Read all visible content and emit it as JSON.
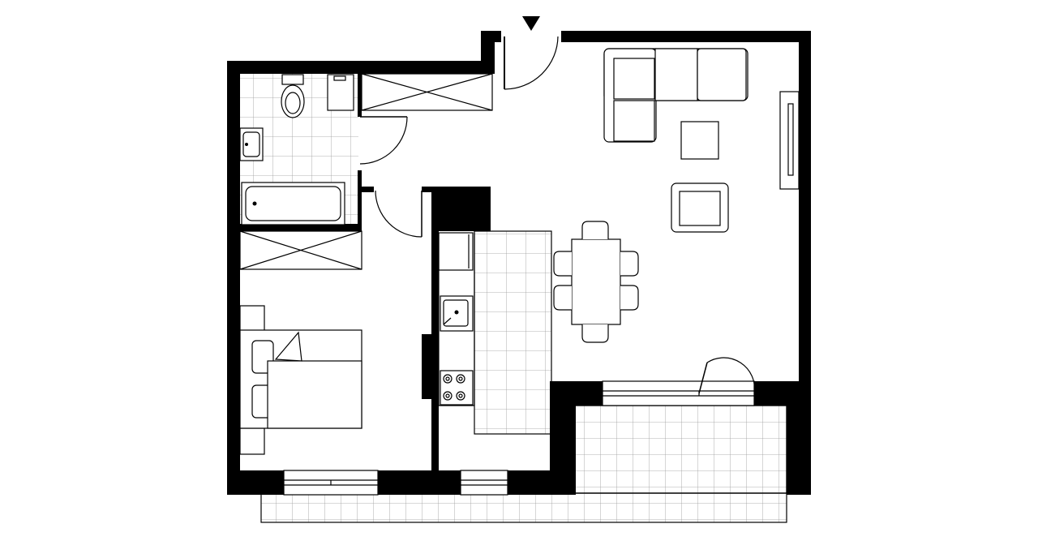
{
  "plan": {
    "kind": "apartment floor plan",
    "rooms": [
      "bathroom",
      "bedroom",
      "wardrobe",
      "entrance-hall",
      "kitchen",
      "living-dining",
      "terrace",
      "balcony"
    ],
    "entrance": "arrow-marker",
    "furniture": [
      "toilet",
      "washing-machine",
      "washbasin",
      "bathtub",
      "double-bed",
      "nightstand",
      "sofa-l-shape",
      "coffee-table",
      "armchair",
      "dining-table",
      "dining-chair",
      "kitchen-sink",
      "cooktop",
      "fridge",
      "tv-unit"
    ],
    "icons": [
      "entrance-arrow-icon",
      "door-swing-icon",
      "window-icon"
    ],
    "colors": {
      "wall": "#000000",
      "floor": "#ffffff",
      "tile_grid": "#9a9a9a"
    }
  }
}
